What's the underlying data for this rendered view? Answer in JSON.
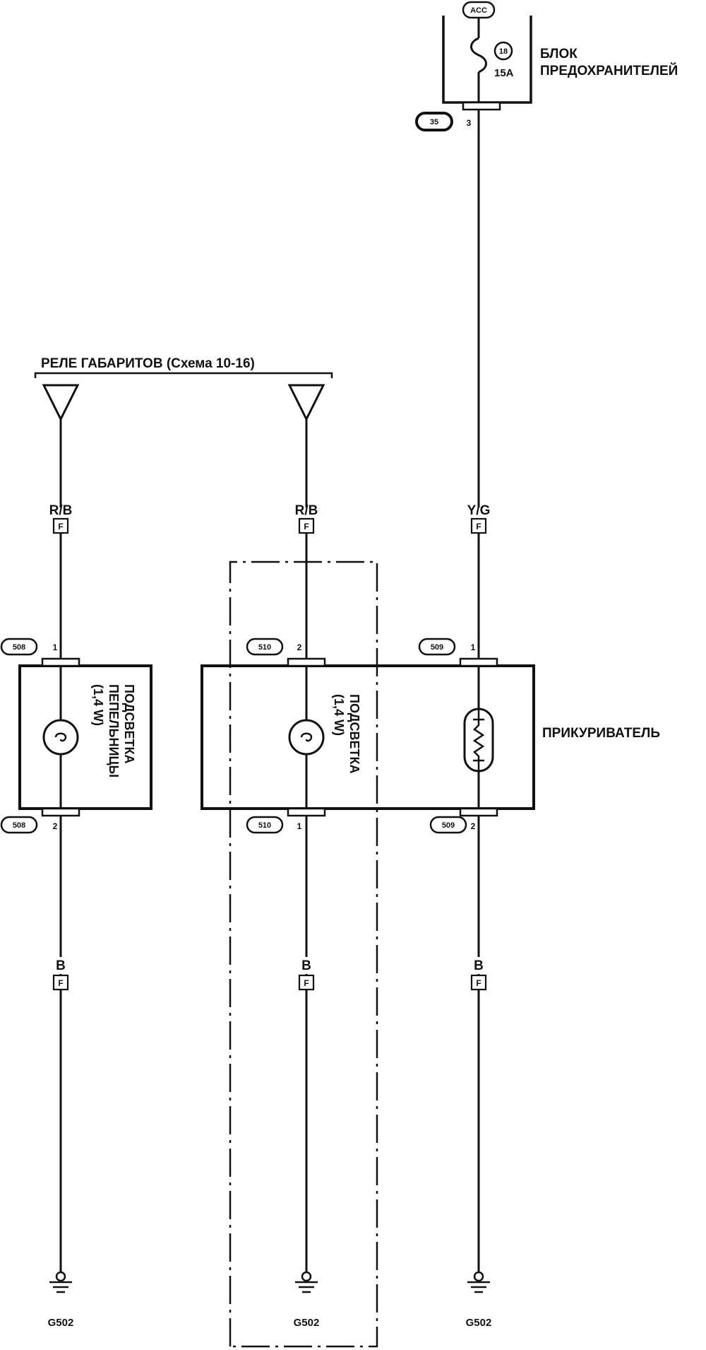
{
  "power": {
    "source": "ACC",
    "fuse_number": "18",
    "fuse_rating": "15A",
    "fuse_block_line1": "БЛОК",
    "fuse_block_line2": "ПРЕДОХРАНИТЕЛЕЙ",
    "connector": "35",
    "pin": "3"
  },
  "relay_label": "РЕЛЕ ГАБАРИТОВ (Схема 10-16)",
  "wires": {
    "left_top": "R/B",
    "mid_top": "R/B",
    "right_top": "Y/G",
    "left_bottom": "B",
    "mid_bottom": "B",
    "right_bottom": "B",
    "connector_tag": "F"
  },
  "left_lamp": {
    "connector_top": "508",
    "pin_top": "1",
    "connector_bottom": "508",
    "pin_bottom": "2",
    "label_line1": "ПОДСВЕТКА",
    "label_line2": "ПЕПЕЛЬНИЦЫ",
    "label_line3": "(1,4 W)"
  },
  "cigarette_lighter": {
    "title": "ПРИКУРИВАТЕЛЬ",
    "lamp": {
      "connector_top": "510",
      "pin_top": "2",
      "connector_bottom": "510",
      "pin_bottom": "1",
      "label_line1": "ПОДСВЕТКА",
      "label_line2": "(1,4 W)"
    },
    "heater": {
      "connector_top": "509",
      "pin_top": "1",
      "connector_bottom": "509",
      "pin_bottom": "2"
    }
  },
  "grounds": {
    "left": "G502",
    "mid": "G502",
    "right": "G502"
  }
}
